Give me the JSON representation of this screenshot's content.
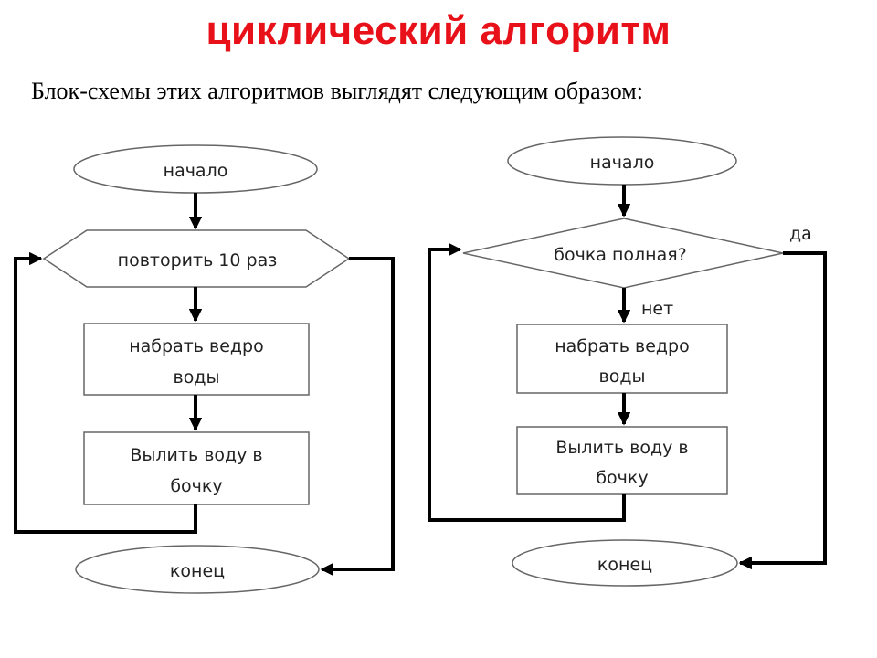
{
  "title": "циклический алгоритм",
  "intro": "Блок-схемы этих алгоритмов выглядят следующим образом:",
  "left_flowchart": {
    "start": "начало",
    "loop": "повторить 10 раз",
    "step1_line1": "набрать ведро",
    "step1_line2": "воды",
    "step2_line1": "Вылить воду в",
    "step2_line2": "бочку",
    "end": "конец"
  },
  "right_flowchart": {
    "start": "начало",
    "condition": "бочка полная?",
    "yes_label": "да",
    "no_label": "нет",
    "step1_line1": "набрать ведро",
    "step1_line2": "воды",
    "step2_line1": "Вылить воду в",
    "step2_line2": "бочку",
    "end": "конец"
  }
}
